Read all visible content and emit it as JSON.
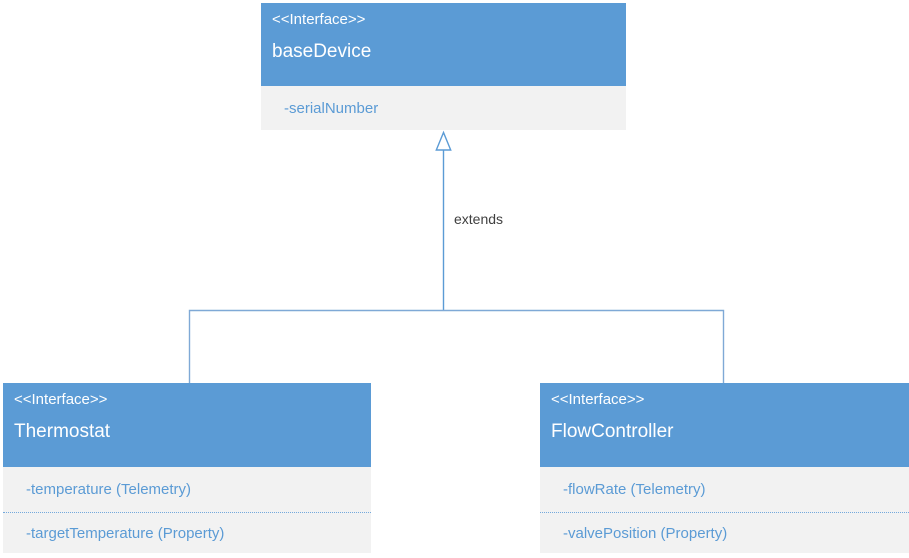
{
  "nodes": {
    "base": {
      "stereotype": "<<Interface>>",
      "name": "baseDevice",
      "attributes": [
        "-serialNumber"
      ]
    },
    "thermostat": {
      "stereotype": "<<Interface>>",
      "name": "Thermostat",
      "attributes": [
        "-temperature (Telemetry)",
        "-targetTemperature (Property)"
      ]
    },
    "flowcontroller": {
      "stereotype": "<<Interface>>",
      "name": "FlowController",
      "attributes": [
        "-flowRate (Telemetry)",
        "-valvePosition (Property)"
      ]
    }
  },
  "edge": {
    "label": "extends"
  },
  "colors": {
    "node_header": "#5B9BD5",
    "node_body": "#F2F2F2",
    "header_text": "#FFFFFF",
    "attribute_text": "#5B9BD5",
    "connector_line": "#5B9BD5",
    "edge_label_text": "#404040"
  }
}
